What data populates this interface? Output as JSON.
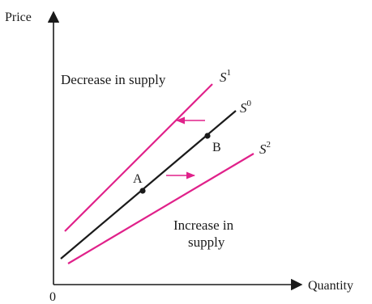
{
  "axes": {
    "y_label": "Price",
    "x_label": "Quantity",
    "origin_label": "0"
  },
  "curves": {
    "s1": {
      "label": "S",
      "superscript": "1",
      "color": "#e0218a"
    },
    "s0": {
      "label": "S",
      "superscript": "0",
      "color": "#1a1a1a"
    },
    "s2": {
      "label": "S",
      "superscript": "2",
      "color": "#e0218a"
    }
  },
  "points": {
    "a": {
      "label": "A"
    },
    "b": {
      "label": "B"
    }
  },
  "annotations": {
    "decrease": "Decrease in supply",
    "increase_line1": "Increase in",
    "increase_line2": "supply"
  },
  "arrow_color": "#e0218a"
}
